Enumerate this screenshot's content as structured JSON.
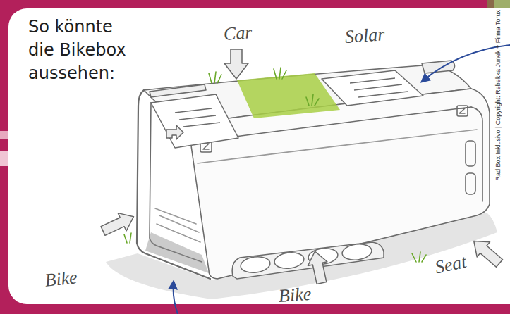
{
  "diagram": {
    "title": "So könnte die Bikebox aussehen:",
    "labels": [
      "Car",
      "Solar",
      "Rad Box Inklusivo | Copyright: Rebekka Junek + Firma Torux",
      "Seat",
      "Bike",
      "Bike"
    ]
  }
}
